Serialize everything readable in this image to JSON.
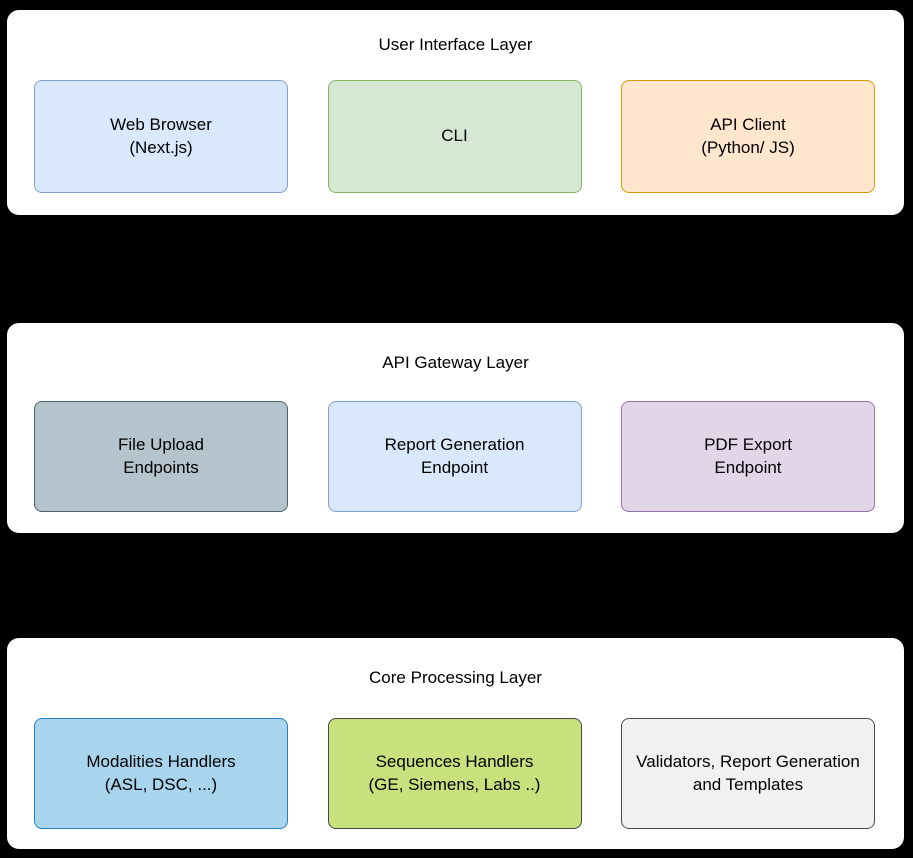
{
  "diagram": {
    "background_color": "#000000",
    "panel_fill": "#ffffff",
    "panel_stroke": "#000000",
    "text_color": "#000000"
  },
  "layers": [
    {
      "title": "User Interface Layer",
      "boxes": [
        {
          "id": "web-browser",
          "label": "Web Browser\n(Next.js)",
          "fill": "#dae8fc",
          "stroke": "#7f9fd1"
        },
        {
          "id": "cli",
          "label": "CLI",
          "fill": "#d5e8d4",
          "stroke": "#82b366"
        },
        {
          "id": "api-client",
          "label": "API Client\n(Python/ JS)",
          "fill": "#ffe6cc",
          "stroke": "#d79b00"
        }
      ]
    },
    {
      "title": "API Gateway Layer",
      "boxes": [
        {
          "id": "file-upload-endpoints",
          "label": "File Upload\nEndpoints",
          "fill": "#b5c4cc",
          "stroke": "#4a626f"
        },
        {
          "id": "report-generation-endpoint",
          "label": "Report Generation\nEndpoint",
          "fill": "#dae8fc",
          "stroke": "#7f9fd1"
        },
        {
          "id": "pdf-export-endpoint",
          "label": "PDF Export\nEndpoint",
          "fill": "#e1d5e7",
          "stroke": "#9673a6"
        }
      ]
    },
    {
      "title": "Core Processing Layer",
      "boxes": [
        {
          "id": "modalities-handlers",
          "label": "Modalities Handlers\n(ASL, DSC, ...)",
          "fill": "#a8d4ee",
          "stroke": "#2a80bb"
        },
        {
          "id": "sequences-handlers",
          "label": "Sequences Handlers\n(GE, Siemens, Labs ..)",
          "fill": "#c9e17d",
          "stroke": "#45494d"
        },
        {
          "id": "validators-report-templates",
          "label": "Validators, Report Generation\nand Templates",
          "fill": "#f1f1f1",
          "stroke": "#4d4d4d"
        }
      ]
    }
  ]
}
